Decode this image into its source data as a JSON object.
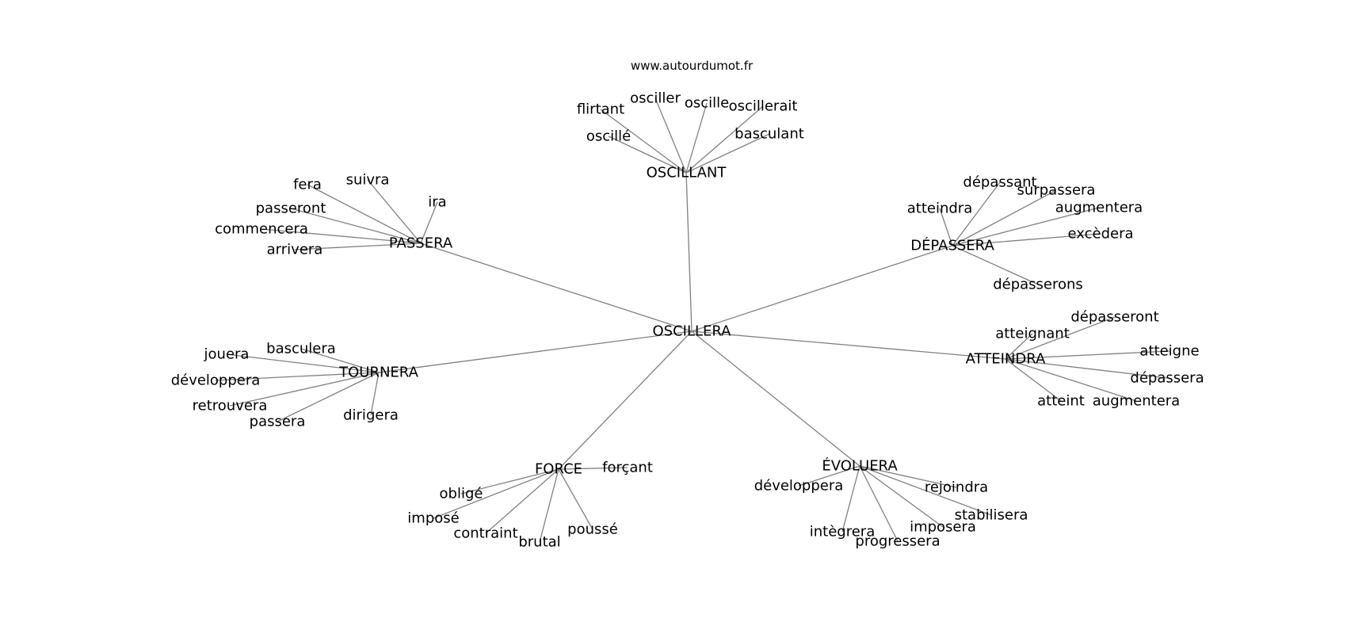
{
  "watermark": "www.autourdumot.fr",
  "center": "OSCILLERA",
  "edge_color": "#808080",
  "clusters": [
    {
      "id": "oscillant",
      "label": "OSCILLANT",
      "leaves": [
        "oscillé",
        "flirtant",
        "osciller",
        "oscille",
        "oscillerait",
        "basculant"
      ]
    },
    {
      "id": "passera",
      "label": "PASSERA",
      "leaves": [
        "fera",
        "suivra",
        "ira",
        "passeront",
        "commencera",
        "arrivera"
      ]
    },
    {
      "id": "depassera",
      "label": "DÉPASSERA",
      "leaves": [
        "atteindra",
        "dépassant",
        "surpassera",
        "augmentera",
        "excèdera",
        "dépasserons"
      ]
    },
    {
      "id": "atteindra",
      "label": "ATTEINDRA",
      "leaves": [
        "atteignant",
        "dépasseront",
        "atteigne",
        "dépassera",
        "atteint",
        "augmentera"
      ]
    },
    {
      "id": "tournera",
      "label": "TOURNERA",
      "leaves": [
        "jouera",
        "basculera",
        "développera",
        "retrouvera",
        "passera",
        "dirigera"
      ]
    },
    {
      "id": "force",
      "label": "FORCE",
      "leaves": [
        "forçant",
        "obligé",
        "imposé",
        "contraint",
        "brutal",
        "poussé"
      ]
    },
    {
      "id": "evoluera",
      "label": "ÉVOLUERA",
      "leaves": [
        "développera",
        "rejoindra",
        "stabilisera",
        "intègrera",
        "imposera",
        "progressera"
      ]
    }
  ]
}
